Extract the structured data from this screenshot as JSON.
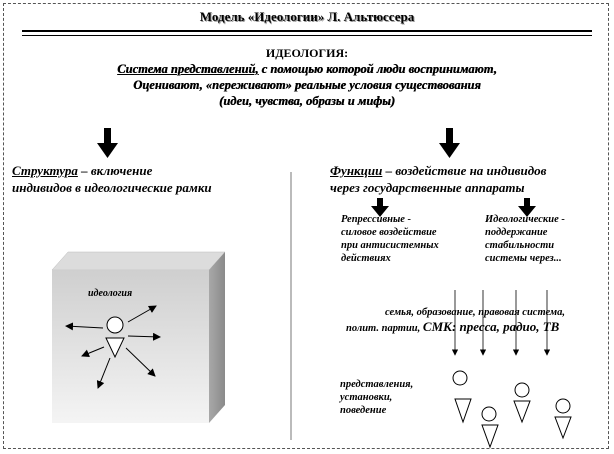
{
  "title": "Модель «Идеологии» Л. Альтюссера",
  "ideology": {
    "heading": "ИДЕОЛОГИЯ:",
    "line1_key": "Система представлений,",
    "line1_rest": " с помощью которой люди воспринимают,",
    "line2": "Оценивают, «переживают» реальные условия существования",
    "line3": "(идеи, чувства, образы и мифы)"
  },
  "structure": {
    "key": "Структура",
    "rest": " – включение",
    "line2": "индивидов в идеологические рамки"
  },
  "functions": {
    "key": "Функции",
    "rest": " – воздействие на  индивидов",
    "line2": "через государственные аппараты"
  },
  "repressive": {
    "l1": "Репрессивные -",
    "l2": "силовое воздействие",
    "l3": "при антисистемных",
    "l4": "действиях"
  },
  "ideological": {
    "l1": "Идеологические -",
    "l2": "поддержание",
    "l3": "стабильности",
    "l4": "системы через..."
  },
  "agents": {
    "line1": "семья, образование, правовая система,",
    "line2a": "полит. партии, ",
    "line2b": "СМК: пресса, радио, ТВ"
  },
  "outcomes": {
    "l1": "представления,",
    "l2": "установки,",
    "l3": "поведение"
  },
  "cube_label": "идеология"
}
